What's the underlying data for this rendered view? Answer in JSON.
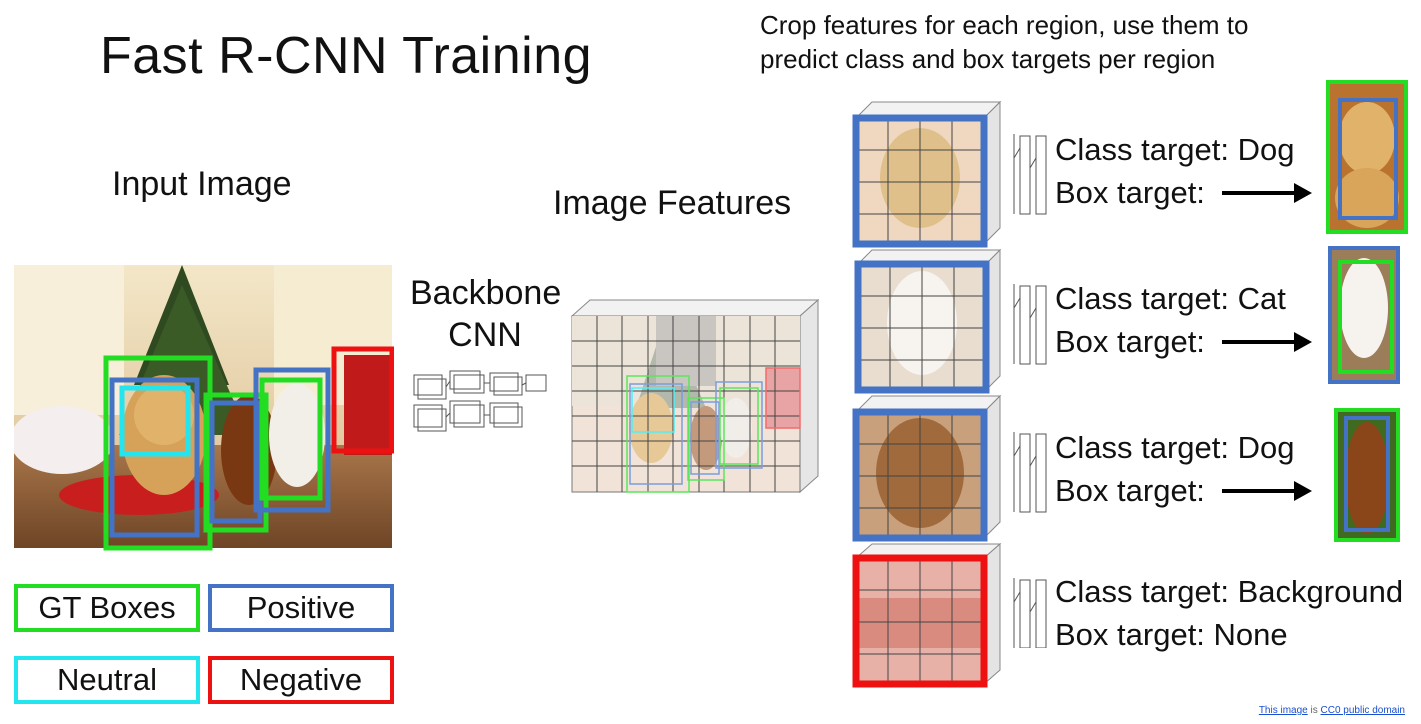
{
  "title": "Fast R-CNN Training",
  "subtitle_line1": "Crop features for each region, use them to",
  "subtitle_line2": "predict class and box targets per region",
  "input_label": "Input Image",
  "backbone_line1": "Backbone",
  "backbone_line2": "CNN",
  "features_label": "Image Features",
  "legend": {
    "gt": "GT Boxes",
    "positive": "Positive",
    "neutral": "Neutral",
    "negative": "Negative"
  },
  "colors": {
    "gt": "#22dd22",
    "positive": "#4472c4",
    "neutral": "#22e5f0",
    "negative": "#ee1111"
  },
  "crops": [
    {
      "class": "Class target: Dog",
      "box": "Box target:"
    },
    {
      "class": "Class target: Cat",
      "box": "Box target:"
    },
    {
      "class": "Class target: Dog",
      "box": "Box target:"
    },
    {
      "class": "Class target: Background",
      "box": "Box target: None"
    }
  ],
  "footer": {
    "link1": "This image",
    "mid": " is ",
    "link2": "CC0 public domain"
  }
}
